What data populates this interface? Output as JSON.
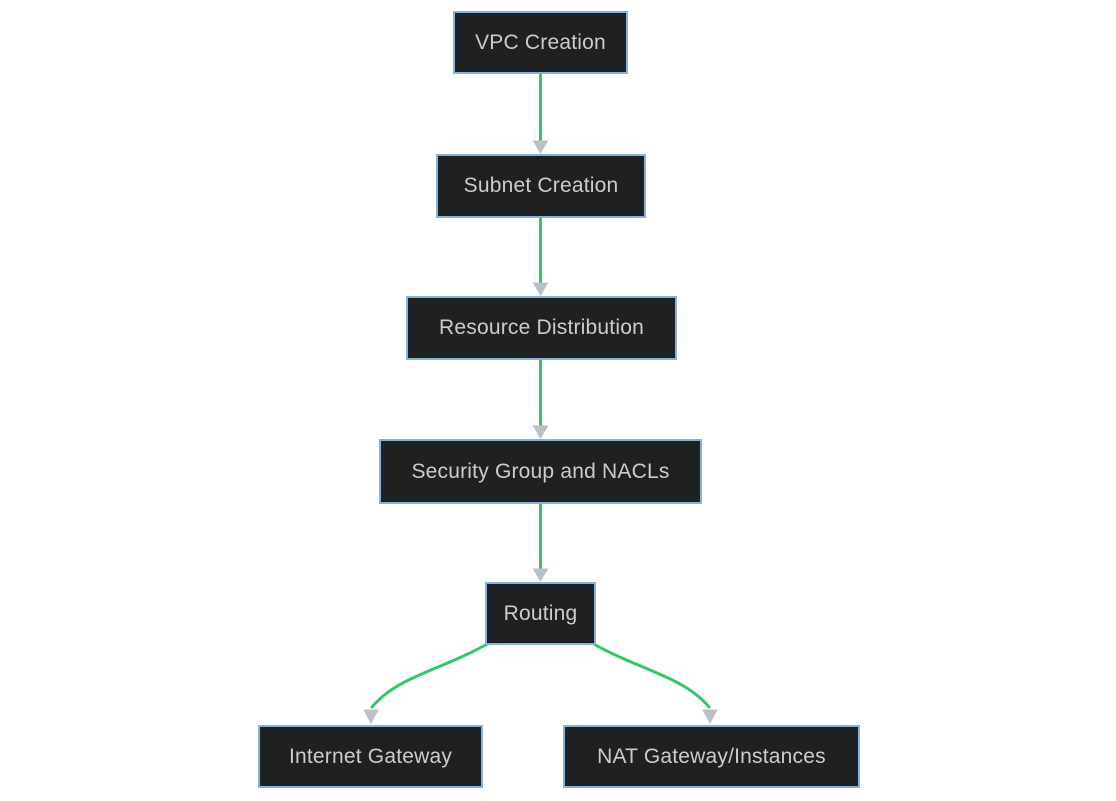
{
  "diagram": {
    "type": "flowchart",
    "direction": "top-down",
    "nodes": [
      {
        "id": "vpc",
        "label": "VPC Creation"
      },
      {
        "id": "subnet",
        "label": "Subnet Creation"
      },
      {
        "id": "resource",
        "label": "Resource Distribution"
      },
      {
        "id": "sg",
        "label": "Security Group and NACLs"
      },
      {
        "id": "routing",
        "label": "Routing"
      },
      {
        "id": "igw",
        "label": "Internet Gateway"
      },
      {
        "id": "nat",
        "label": "NAT Gateway/Instances"
      }
    ],
    "edges": [
      {
        "from": "vpc",
        "to": "subnet"
      },
      {
        "from": "subnet",
        "to": "resource"
      },
      {
        "from": "resource",
        "to": "sg"
      },
      {
        "from": "sg",
        "to": "routing"
      },
      {
        "from": "routing",
        "to": "igw"
      },
      {
        "from": "routing",
        "to": "nat"
      }
    ],
    "colors": {
      "background": "#ffffff",
      "node_fill": "#1f2020",
      "node_border": "#85b1dd",
      "node_text": "#cccccc",
      "edge_color": "#34c667",
      "arrowhead_color": "#bcc0c3"
    }
  }
}
